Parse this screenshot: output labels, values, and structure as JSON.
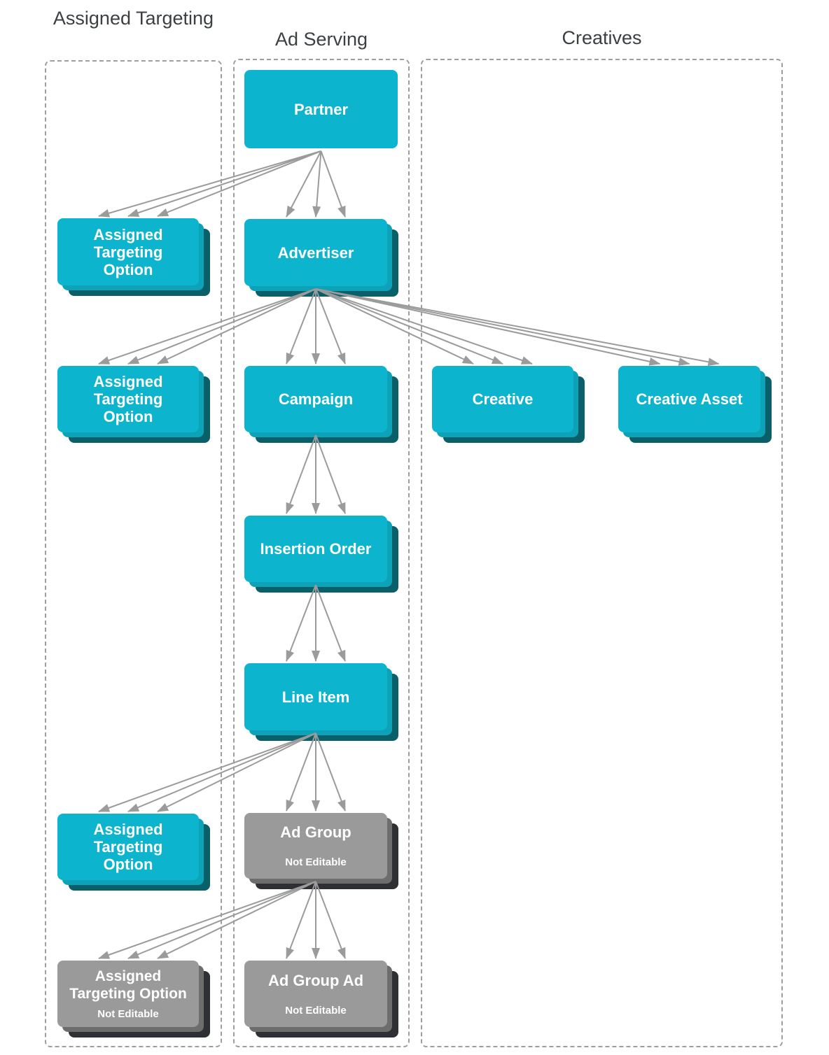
{
  "headers": {
    "assigned_targeting": "Assigned Targeting",
    "ad_serving": "Ad Serving",
    "creatives": "Creatives"
  },
  "nodes": {
    "partner": {
      "label": "Partner"
    },
    "ato1": {
      "label": "Assigned Targeting Option"
    },
    "advertiser": {
      "label": "Advertiser"
    },
    "ato2": {
      "label": "Assigned Targeting Option"
    },
    "campaign": {
      "label": "Campaign"
    },
    "creative": {
      "label": "Creative"
    },
    "creative_asset": {
      "label": "Creative Asset"
    },
    "insertion_order": {
      "label": "Insertion Order"
    },
    "line_item": {
      "label": "Line Item"
    },
    "ato3": {
      "label": "Assigned Targeting Option"
    },
    "ad_group": {
      "label": "Ad Group",
      "sublabel": "Not Editable"
    },
    "ato4": {
      "label": "Assigned Targeting Option",
      "sublabel": "Not Editable"
    },
    "ad_group_ad": {
      "label": "Ad Group Ad",
      "sublabel": "Not Editable"
    }
  },
  "edges": [
    {
      "from": "partner",
      "to": "ato1",
      "lines": 3
    },
    {
      "from": "partner",
      "to": "advertiser",
      "lines": 3
    },
    {
      "from": "advertiser",
      "to": "ato2",
      "lines": 3
    },
    {
      "from": "advertiser",
      "to": "campaign",
      "lines": 3
    },
    {
      "from": "advertiser",
      "to": "creative",
      "lines": 3
    },
    {
      "from": "advertiser",
      "to": "creative_asset",
      "lines": 3
    },
    {
      "from": "campaign",
      "to": "insertion_order",
      "lines": 3
    },
    {
      "from": "insertion_order",
      "to": "line_item",
      "lines": 3
    },
    {
      "from": "line_item",
      "to": "ato3",
      "lines": 3
    },
    {
      "from": "line_item",
      "to": "ad_group",
      "lines": 3
    },
    {
      "from": "ad_group",
      "to": "ato4",
      "lines": 3
    },
    {
      "from": "ad_group",
      "to": "ad_group_ad",
      "lines": 3
    }
  ],
  "colors": {
    "entity_fill": "#0cb4cd",
    "entity_stack_mid": "#0ea2b8",
    "entity_stack_back": "#0a5f68",
    "not_editable_fill": "#9a9a9a",
    "not_editable_stack_mid": "#6d6d6d",
    "not_editable_stack_back": "#2e3033",
    "arrow": "#9b9b9b",
    "header_text": "#3c4043",
    "dashed_border": "#9e9e9e",
    "label_text": "#ffffff"
  }
}
